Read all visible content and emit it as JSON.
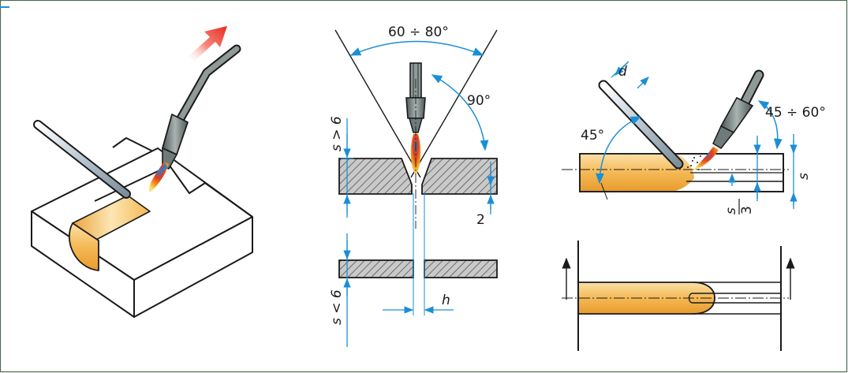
{
  "colors": {
    "frame": "#4a6b50",
    "dimension": "#1a8fd6",
    "line": "#1a1a1a",
    "weld": "#f2b14a",
    "weld_light": "#fbdfa3",
    "torch": "#6f7b7a",
    "flame_outer": "#f5a623",
    "flame_inner": "#e23a1f",
    "flame_core": "#2a7fd0",
    "arrow_red": "#e8281f",
    "hatch": "#8c8c8c"
  },
  "labels": {
    "groove_angle": "60 ÷ 80°",
    "torch_angle": "90°",
    "thick_condition": "s > 6",
    "root_face": "2",
    "thin_condition": "s < 6",
    "gap": "h",
    "rod_diameter": "d",
    "rod_angle": "45°",
    "torch_tilt": "45 ÷ 60°",
    "thickness": "s",
    "penetration_num": "s",
    "penetration_den": "3"
  }
}
